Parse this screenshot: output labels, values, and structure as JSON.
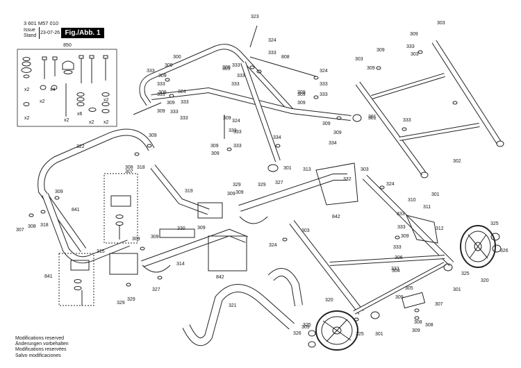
{
  "header": {
    "model_number": "3 601 M57 010",
    "issue_label": "Issue",
    "stand_label": "Stand",
    "issue_date": "23-07-26",
    "figure_label": "Fig./Abb. 1"
  },
  "hardware_kit": {
    "part_number": "850",
    "quantities": [
      "x2",
      "x4",
      "x2",
      "x2",
      "x6",
      "x2",
      "x2",
      "x2",
      "x2"
    ]
  },
  "callouts": [
    "323",
    "324",
    "333",
    "300",
    "808",
    "309",
    "333",
    "309",
    "333",
    "324",
    "309",
    "333",
    "333",
    "333",
    "309",
    "333",
    "309",
    "309",
    "309",
    "333",
    "324",
    "309",
    "333",
    "309",
    "303",
    "309",
    "333",
    "303",
    "309",
    "303",
    "309",
    "333",
    "309",
    "301",
    "333",
    "309",
    "309",
    "334",
    "333",
    "309",
    "334",
    "333",
    "309",
    "301",
    "324",
    "333",
    "333",
    "309",
    "333",
    "301",
    "302",
    "322",
    "309",
    "307",
    "308",
    "318",
    "313",
    "332",
    "303",
    "324",
    "319",
    "329",
    "329",
    "327",
    "309",
    "309",
    "301",
    "842",
    "333",
    "310",
    "311",
    "841",
    "309",
    "307",
    "308",
    "318",
    "333",
    "309",
    "303",
    "330",
    "309",
    "333",
    "312",
    "315",
    "309",
    "324",
    "309",
    "306",
    "314",
    "333",
    "325",
    "326",
    "842",
    "841",
    "304",
    "325",
    "320",
    "327",
    "329",
    "329",
    "301",
    "308",
    "309",
    "321",
    "320",
    "309",
    "307",
    "325",
    "305",
    "326",
    "325",
    "309",
    "308",
    "301"
  ],
  "footer": {
    "lines": [
      "Modifications reserved",
      "Änderungen vorbehalten",
      "Modifications reservées",
      "Salvo modificaciones"
    ]
  }
}
